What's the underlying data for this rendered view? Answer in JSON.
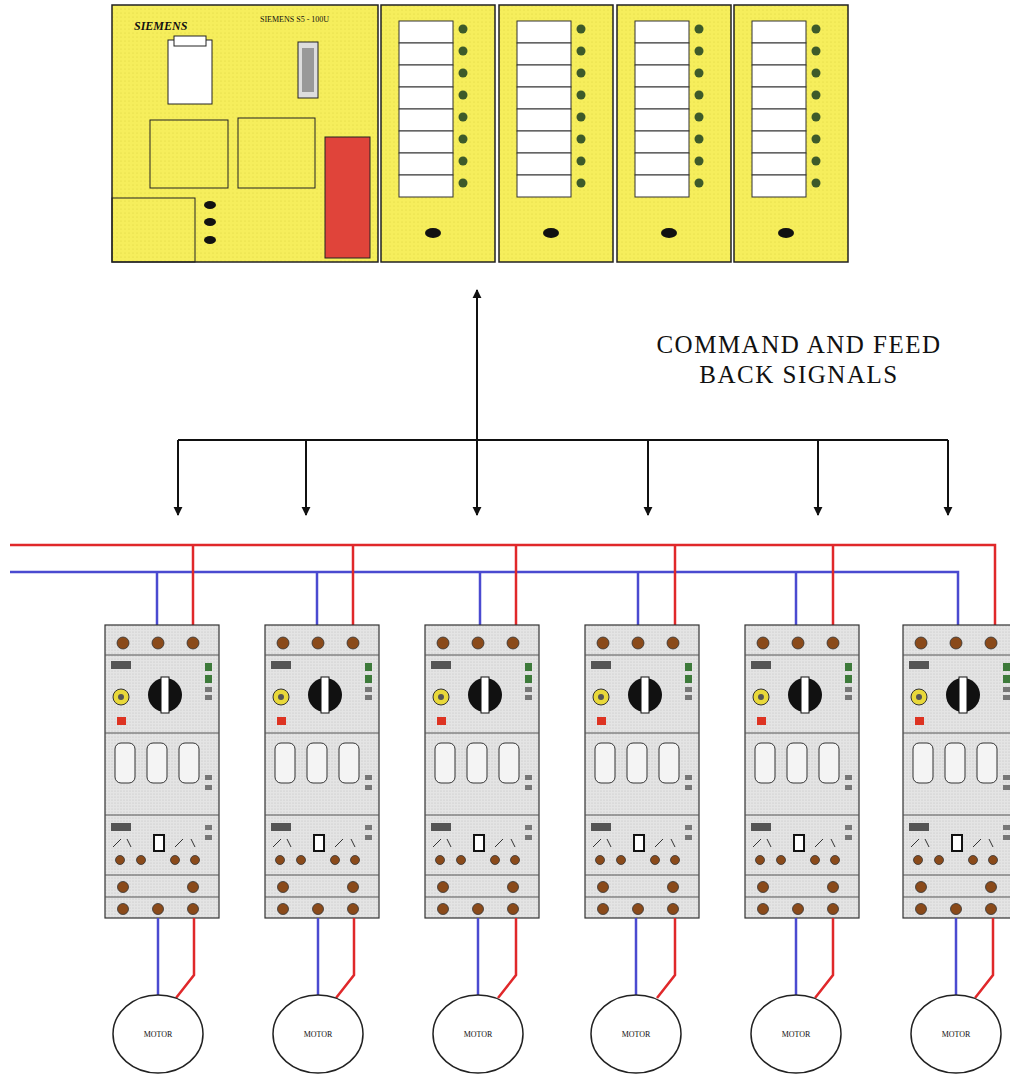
{
  "diagram": {
    "nodes": [
      {
        "text": [
          "SIEMENS",
          "SIEMENS S5 - 100U"
        ]
      },
      {
        "text": [
          "MOTOR"
        ]
      },
      {
        "text": [
          "MOTOR"
        ]
      },
      {
        "text": [
          "MOTOR"
        ]
      },
      {
        "text": [
          "MOTOR"
        ]
      },
      {
        "text": [
          "MOTOR"
        ]
      },
      {
        "text": [
          "MOTOR"
        ]
      }
    ],
    "labels": [
      "COMMAND AND FEED BACK SIGNALS"
    ]
  }
}
